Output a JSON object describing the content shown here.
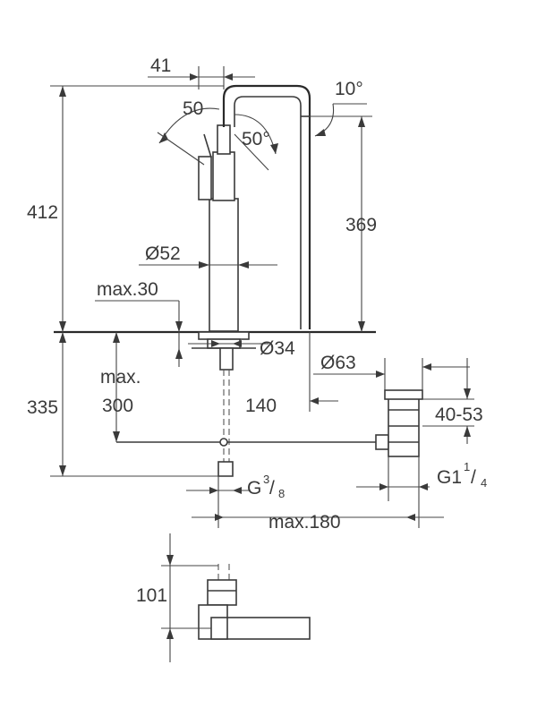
{
  "dimensions": {
    "d41": "41",
    "d10deg": "10°",
    "d50_left": "50",
    "d50deg": "50°",
    "d412": "412",
    "d369": "369",
    "d52": "Ø52",
    "max30": "max.30",
    "d34": "Ø34",
    "d63": "Ø63",
    "max_label": "max.",
    "d300": "300",
    "d335": "335",
    "d140": "140",
    "d40_53": "40-53",
    "g38_base": "G",
    "g38_num": "3",
    "g38_den": "8",
    "g114_base": "G1",
    "g114_num": "1",
    "g114_den": "4",
    "max180": "max.180",
    "d101": "101"
  }
}
